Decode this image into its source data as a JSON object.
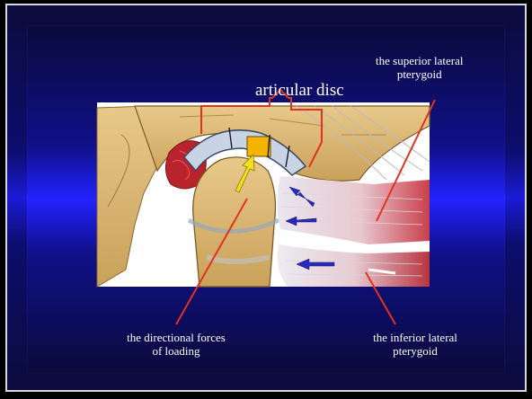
{
  "labels": {
    "articular_disc": "articular disc",
    "superior_lateral_line1": "the superior lateral",
    "superior_lateral_line2": "pterygoid",
    "directional_forces_line1": "the directional forces",
    "directional_forces_line2": "of loading",
    "inferior_lateral_line1": "the inferior lateral",
    "inferior_lateral_line2": "pterygoid"
  },
  "colors": {
    "annotation_line": "#e2321e",
    "force_arrow": "#f0e020",
    "muscle_arrow": "#2a2ab8",
    "disc_highlight": "#f5b400",
    "bone": "#e0bf7a",
    "muscle": "#d75a5a"
  }
}
